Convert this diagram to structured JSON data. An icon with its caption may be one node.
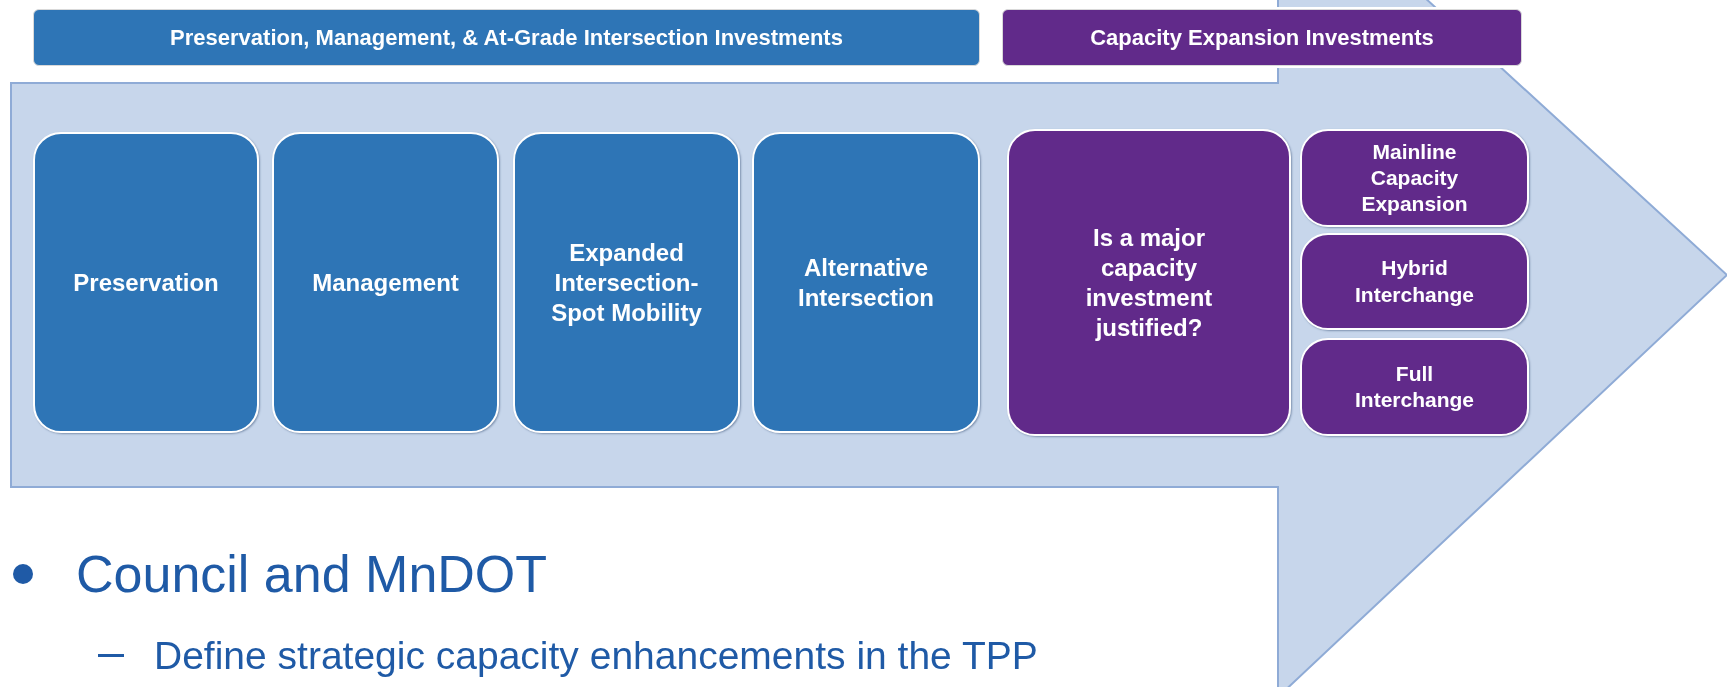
{
  "diagram": {
    "nodes": [
      {
        "text": [
          "Preservation, Management, & At-Grade Intersection Investments"
        ]
      },
      {
        "text": [
          "Capacity Expansion Investments"
        ]
      },
      {
        "text": [],
        "shape": "arrow"
      },
      {
        "text": [
          "Preservation"
        ],
        "in": 2
      },
      {
        "text": [
          "Management"
        ],
        "in": 2
      },
      {
        "text": [
          "Expanded Intersection-Spot Mobility"
        ],
        "in": 2
      },
      {
        "text": [
          "Alternative Intersection"
        ],
        "in": 2
      },
      {
        "text": [
          "Is a major capacity investment justified?"
        ],
        "in": 2
      },
      {
        "text": [
          "Mainline Capacity Expansion"
        ],
        "in": 2
      },
      {
        "text": [
          "Hybrid Interchange"
        ],
        "in": 2
      },
      {
        "text": [
          "Full Interchange"
        ],
        "in": 2
      }
    ],
    "edges": [],
    "labels": [
      "Council and MnDOT",
      "Define strategic capacity enhancements in the TPP"
    ]
  }
}
